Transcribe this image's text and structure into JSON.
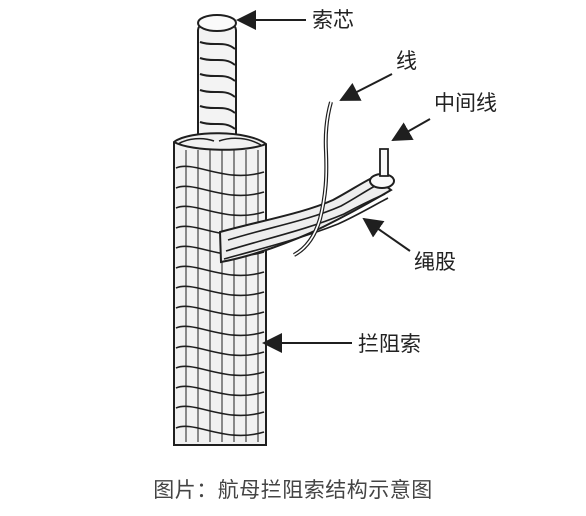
{
  "diagram": {
    "labels": {
      "core": "索芯",
      "wire": "线",
      "center_wire": "中间线",
      "strand": "绳股",
      "cable": "拦阻索"
    },
    "caption": "图片：航母拦阻索结构示意图"
  },
  "colors": {
    "line": "#1f1f1f",
    "paper": "#ffffff",
    "caption_text": "#444444"
  }
}
